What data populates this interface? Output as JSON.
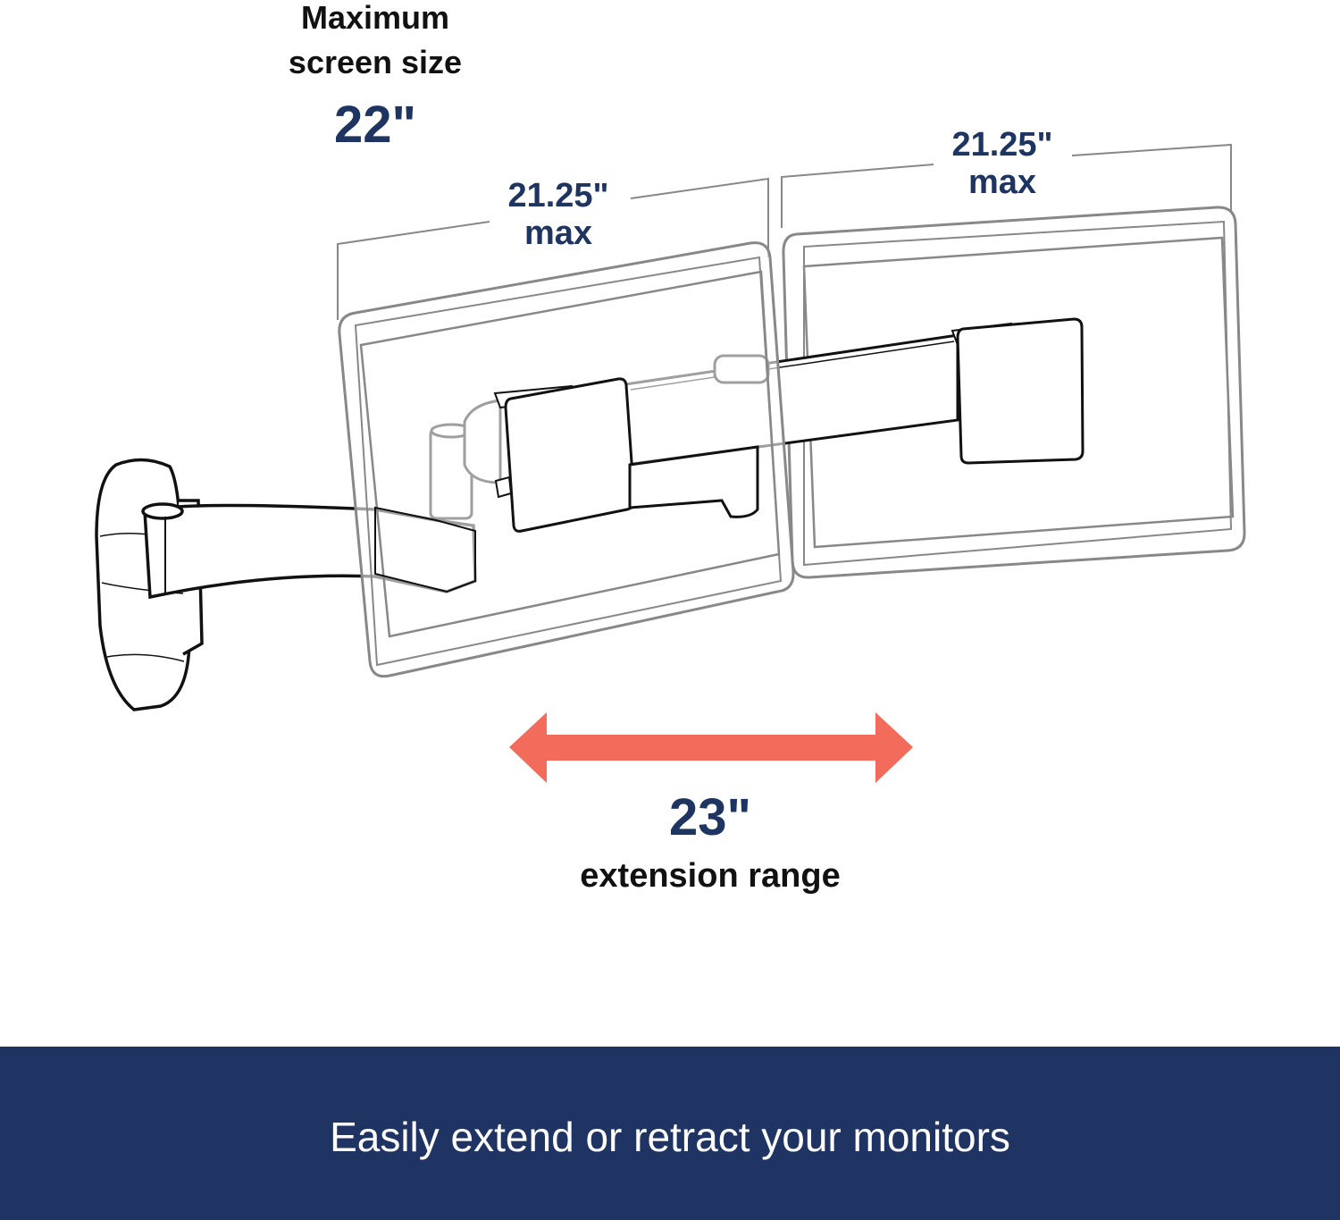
{
  "header": {
    "max_title_line1": "Maximum",
    "max_title_line2": "screen size",
    "max_size_value": "22\""
  },
  "left_monitor": {
    "width_value": "21.25\"",
    "width_suffix": "max"
  },
  "right_monitor": {
    "width_value": "21.25\"",
    "width_suffix": "max"
  },
  "extension": {
    "value": "23\"",
    "label": "extension range",
    "arrow_color": "#f26b5b"
  },
  "banner": {
    "text": "Easily extend or retract your monitors",
    "background": "#1f3462"
  },
  "colors": {
    "navy": "#1e3461",
    "outline_gray": "#888888",
    "ink": "#111111"
  }
}
